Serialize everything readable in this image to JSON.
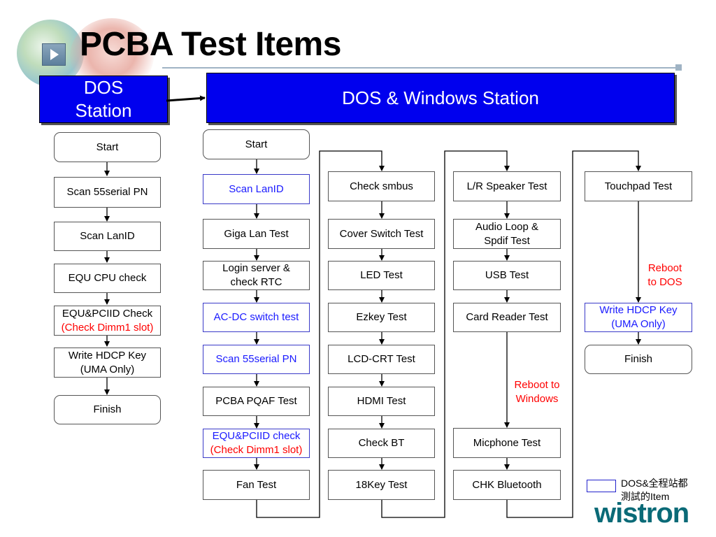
{
  "title": "PCBA Test Items",
  "colors": {
    "station_header": "#0000ee",
    "blue_item": "#1a1aff",
    "red_text": "#ff0000",
    "brand": "#0a6a77"
  },
  "logo": {
    "icon": "globe-logo-icon"
  },
  "stations": {
    "dos": {
      "label_line1": "DOS",
      "label_line2": "Station"
    },
    "dos_windows": {
      "label": "DOS & Windows Station"
    }
  },
  "dos_flow": [
    {
      "line1": "Start",
      "line2": ""
    },
    {
      "line1": "Scan  55serial PN",
      "line2": ""
    },
    {
      "line1": "Scan LanID",
      "line2": ""
    },
    {
      "line1": "EQU CPU check",
      "line2": ""
    },
    {
      "line1": "EQU&PCIID Check",
      "line2": "(Check Dimm1 slot)"
    },
    {
      "line1": "Write HDCP Key",
      "line2": "(UMA Only)"
    },
    {
      "line1": "Finish",
      "line2": ""
    }
  ],
  "col1": [
    {
      "line1": "Start",
      "line2": ""
    },
    {
      "line1": "Scan LanID",
      "line2": ""
    },
    {
      "line1": "Giga Lan Test",
      "line2": ""
    },
    {
      "line1": "Login server &",
      "line2": "check RTC"
    },
    {
      "line1": "AC-DC switch test",
      "line2": ""
    },
    {
      "line1": "Scan 55serial PN",
      "line2": ""
    },
    {
      "line1": "PCBA PQAF Test",
      "line2": ""
    },
    {
      "line1": "EQU&PCIID check",
      "line2": "(Check Dimm1 slot)"
    },
    {
      "line1": "Fan Test",
      "line2": ""
    }
  ],
  "col2": [
    "Check smbus",
    "Cover Switch Test",
    "LED Test",
    "Ezkey Test",
    "LCD-CRT Test",
    "HDMI Test",
    "Check BT",
    "18Key Test"
  ],
  "col3": [
    {
      "line1": "L/R Speaker Test",
      "line2": ""
    },
    {
      "line1": "Audio Loop &",
      "line2": "Spdif Test"
    },
    {
      "line1": "USB Test",
      "line2": ""
    },
    {
      "line1": "Card Reader Test",
      "line2": ""
    },
    {
      "line1": "Micphone Test",
      "line2": ""
    },
    {
      "line1": "CHK Bluetooth",
      "line2": ""
    }
  ],
  "col4": [
    {
      "line1": "Touchpad Test",
      "line2": ""
    },
    {
      "line1": "Write HDCP Key",
      "line2": "(UMA Only)"
    },
    {
      "line1": "Finish",
      "line2": ""
    }
  ],
  "notes": {
    "reboot_windows_line1": "Reboot to",
    "reboot_windows_line2": "Windows",
    "reboot_dos_line1": "Reboot",
    "reboot_dos_line2": "to DOS"
  },
  "legend": {
    "line1": "DOS&全程站都",
    "line2": "測試的Item"
  },
  "brand": "wistron"
}
